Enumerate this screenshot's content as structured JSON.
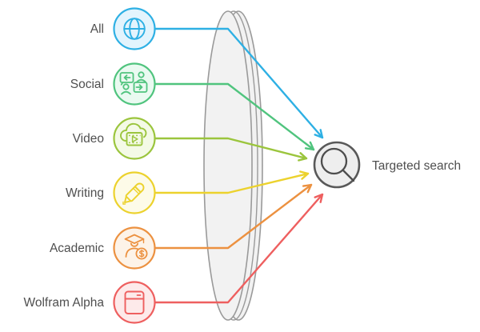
{
  "sources": {
    "items": [
      {
        "label": "All",
        "icon": "globe-icon",
        "color": "#2eb0e4",
        "bg": "#e3f4fd"
      },
      {
        "label": "Social",
        "icon": "social-chat-icon",
        "color": "#50c47e",
        "bg": "#eafaf1"
      },
      {
        "label": "Video",
        "icon": "video-cloud-icon",
        "color": "#9bc53d",
        "bg": "#f4fae6"
      },
      {
        "label": "Writing",
        "icon": "pen-icon",
        "color": "#ecd22d",
        "bg": "#fdfbe8"
      },
      {
        "label": "Academic",
        "icon": "graduation-coin-icon",
        "color": "#ec9140",
        "bg": "#fdf3e8"
      },
      {
        "label": "Wolfram Alpha",
        "icon": "wolfram-appliance-icon",
        "color": "#ee5f5f",
        "bg": "#fdeaea"
      }
    ]
  },
  "lens": {
    "stroke": "#9a9a9a",
    "fill": "#f2f2f2"
  },
  "target": {
    "label": "Targeted search",
    "icon": "search-icon",
    "stroke": "#595959",
    "fill": "#eeeeee",
    "glyph_color": "#4d4d4d",
    "text_color": "#4f4f4f"
  }
}
